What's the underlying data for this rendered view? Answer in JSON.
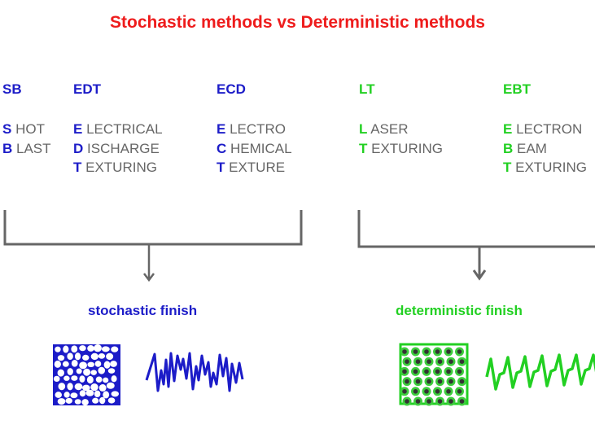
{
  "title": "Stochastic methods vs Deterministic methods",
  "colors": {
    "title": "#ee1c1c",
    "stochastic": "#1c1cc8",
    "deterministic": "#22d022",
    "text": "#666666",
    "bracket": "#666666"
  },
  "stochastic_methods": [
    {
      "abbr": "SB",
      "words": [
        {
          "initial": "S",
          "rest": "HOT"
        },
        {
          "initial": "B",
          "rest": "LAST"
        }
      ]
    },
    {
      "abbr": "EDT",
      "words": [
        {
          "initial": "E",
          "rest": "LECTRICAL"
        },
        {
          "initial": "D",
          "rest": "ISCHARGE"
        },
        {
          "initial": "T",
          "rest": "EXTURING"
        }
      ]
    },
    {
      "abbr": "ECD",
      "words": [
        {
          "initial": "E",
          "rest": "LECTRO"
        },
        {
          "initial": "C",
          "rest": "HEMICAL"
        },
        {
          "initial": "T",
          "rest": "EXTURE"
        }
      ]
    }
  ],
  "deterministic_methods": [
    {
      "abbr": "LT",
      "words": [
        {
          "initial": "L",
          "rest": "ASER"
        },
        {
          "initial": "T",
          "rest": "EXTURING"
        }
      ]
    },
    {
      "abbr": "EBT",
      "words": [
        {
          "initial": "E",
          "rest": "LECTRON"
        },
        {
          "initial": "B",
          "rest": "EAM"
        },
        {
          "initial": "T",
          "rest": "EXTURING"
        }
      ]
    }
  ],
  "stochastic_finish": "stochastic finish",
  "deterministic_finish": "deterministic finish"
}
